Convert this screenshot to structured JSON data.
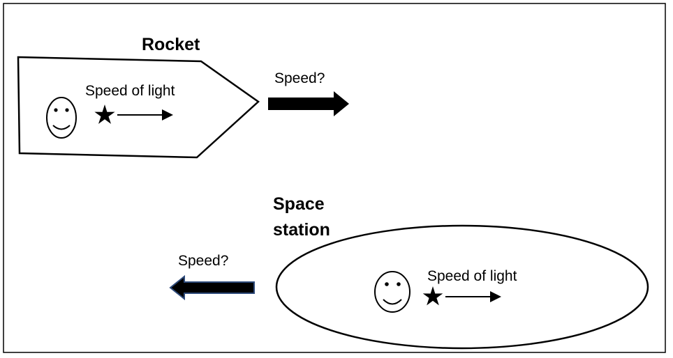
{
  "rocket": {
    "title": "Rocket",
    "light_label": "Speed of light",
    "speed_label": "Speed?"
  },
  "station": {
    "title_line1": "Space",
    "title_line2": "station",
    "light_label": "Speed of light",
    "speed_label": "Speed?"
  },
  "colors": {
    "stroke": "#000000",
    "left_arrow_outline": "#2e4a7a"
  },
  "icons": {
    "observer": "smiley-face-icon",
    "light_source": "star-icon",
    "light_direction": "arrow-right-icon"
  }
}
